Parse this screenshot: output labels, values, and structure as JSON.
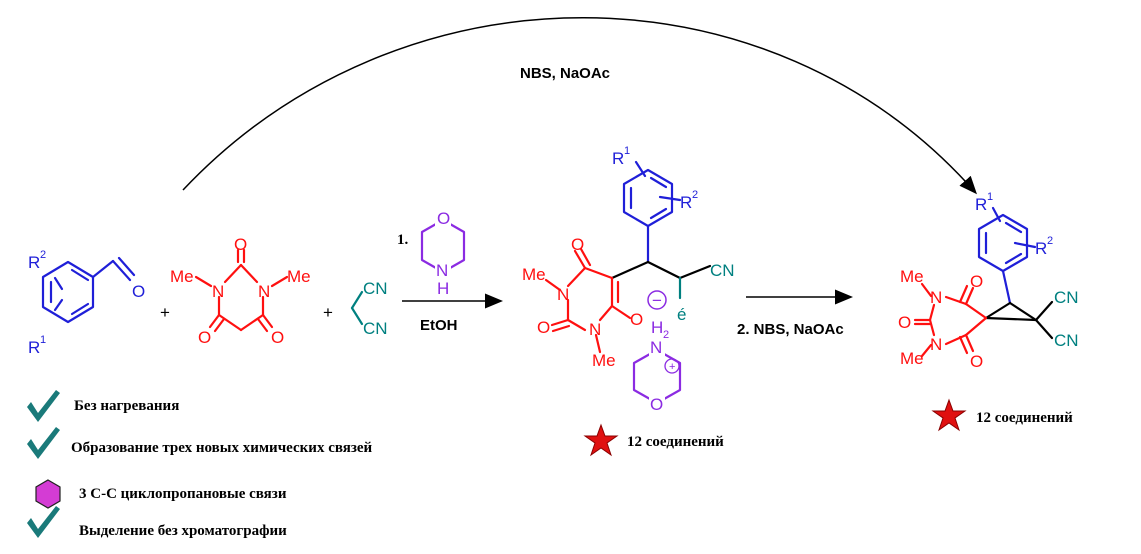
{
  "reagents": {
    "top_arrow": "NBS, NaOAc",
    "step1_number": "1.",
    "step1_solvent": "EtOH",
    "step2": "2. NBS, NaOAc"
  },
  "atoms": {
    "O": "O",
    "N": "N",
    "H": "H",
    "CN": "CN",
    "Me": "Me",
    "R": "R",
    "sup1": "1",
    "sup2": "2",
    "H2": "H",
    "sub2": "2",
    "plus": "+",
    "e_accent": "é",
    "minus": "−",
    "cation_plus": "+"
  },
  "features": [
    {
      "icon": "check",
      "text": "Без нагревания"
    },
    {
      "icon": "check",
      "text": "Образование трех новых химических связей"
    },
    {
      "icon": "hexagon",
      "text": "3 C-C циклопропановые связи"
    },
    {
      "icon": "check",
      "text": "Выделение без хроматографии"
    }
  ],
  "counts": {
    "intermediate": "12 соединений",
    "product": "12 соединений"
  },
  "colors": {
    "aldehyde": "#1f1fd8",
    "barbituric": "#ff1010",
    "malononitrile": "#008080",
    "morpholine": "#8b2be2",
    "check": "#1a7a7a",
    "hexagon": "#d43cd4",
    "star": "#e01010"
  }
}
